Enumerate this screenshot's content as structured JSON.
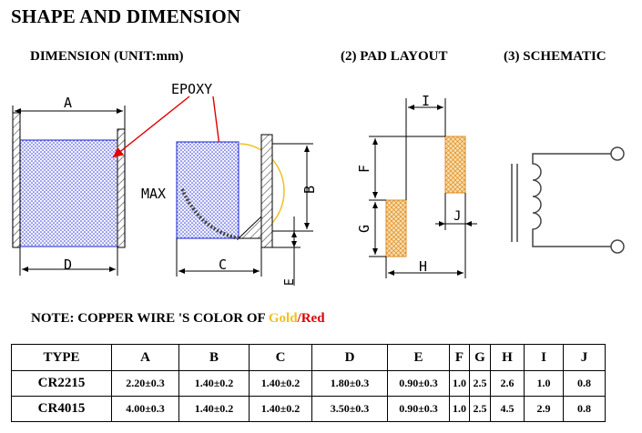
{
  "title": "SHAPE AND DIMENSION",
  "headers": {
    "dimension": "DIMENSION  (UNIT:mm)",
    "pad_layout": "(2) PAD LAYOUT",
    "schematic": "(3) SCHEMATIC"
  },
  "drawing_labels": {
    "epoxy": "EPOXY",
    "a": "A",
    "b": "B",
    "c": "C",
    "d": "D",
    "e": "E",
    "f": "F",
    "g": "G",
    "h": "H",
    "i": "I",
    "j": "J",
    "max": "MAX"
  },
  "note": {
    "prefix": "NOTE: COPPER  WIRE 'S  COLOR  OF",
    "gold": "Gold",
    "slash": "/",
    "red": "Red"
  },
  "colors": {
    "gold": "#f0c020",
    "red": "#e00000",
    "epoxy_blue": "#3c46d8",
    "pad_orange": "#e8a040"
  },
  "table": {
    "headers": [
      "TYPE",
      "A",
      "B",
      "C",
      "D",
      "E",
      "F",
      "G",
      "H",
      "I",
      "J"
    ],
    "rows": [
      [
        "CR2215",
        "2.20±0.3",
        "1.40±0.2",
        "1.40±0.2",
        "1.80±0.3",
        "0.90±0.3",
        "1.0",
        "2.5",
        "2.6",
        "1.0",
        "0.8"
      ],
      [
        "CR4015",
        "4.00±0.3",
        "1.40±0.2",
        "1.40±0.2",
        "3.50±0.3",
        "0.90±0.3",
        "1.0",
        "2.5",
        "4.5",
        "2.9",
        "0.8"
      ]
    ]
  }
}
